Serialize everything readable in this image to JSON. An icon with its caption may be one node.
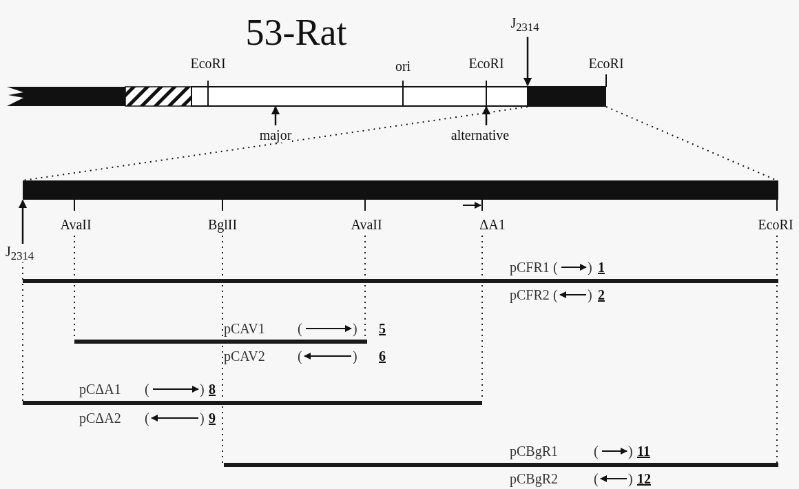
{
  "diagram": {
    "title": "53-Rat",
    "nodes": [
      {
        "text": [
          "major"
        ]
      },
      {
        "text": [
          "alternative"
        ]
      },
      {
        "text": [
          "J$_{2314}$"
        ]
      },
      {
        "text": [
          "J$_{2314}$"
        ]
      },
      {
        "text": [],
        "shape": "bar"
      },
      {
        "text": [],
        "shape": "bar"
      }
    ],
    "edges": [
      {
        "from": 0,
        "to": 4,
        "arrow": "to"
      },
      {
        "from": 1,
        "to": 4,
        "arrow": "to"
      },
      {
        "from": 2,
        "to": 4,
        "arrow": "to"
      },
      {
        "from": 3,
        "to": 5,
        "arrow": "to"
      },
      {
        "from": 4,
        "to": 5,
        "arrow": "none",
        "style": "dashed"
      },
      {
        "from": 4,
        "to": 5,
        "arrow": "none",
        "style": "dashed"
      }
    ],
    "labels": [
      "EcoRI",
      "ori",
      "EcoRI",
      "EcoRI",
      "AvaII",
      "BglII",
      "AvaII",
      "ΔA1",
      "EcoRI",
      "pCFR1",
      "(",
      ")",
      "1",
      "pCFR2",
      "(",
      ")",
      "2",
      "pCAV1",
      "(",
      ")",
      "5",
      "pCAV2",
      "(",
      ")",
      "6",
      "pCΔA1",
      "(",
      ")",
      "8",
      "pCΔA2",
      "(",
      ")",
      "9",
      "pCBgR1",
      "(",
      ")",
      "11",
      "pCBgR2",
      "(",
      ")",
      "12"
    ]
  }
}
